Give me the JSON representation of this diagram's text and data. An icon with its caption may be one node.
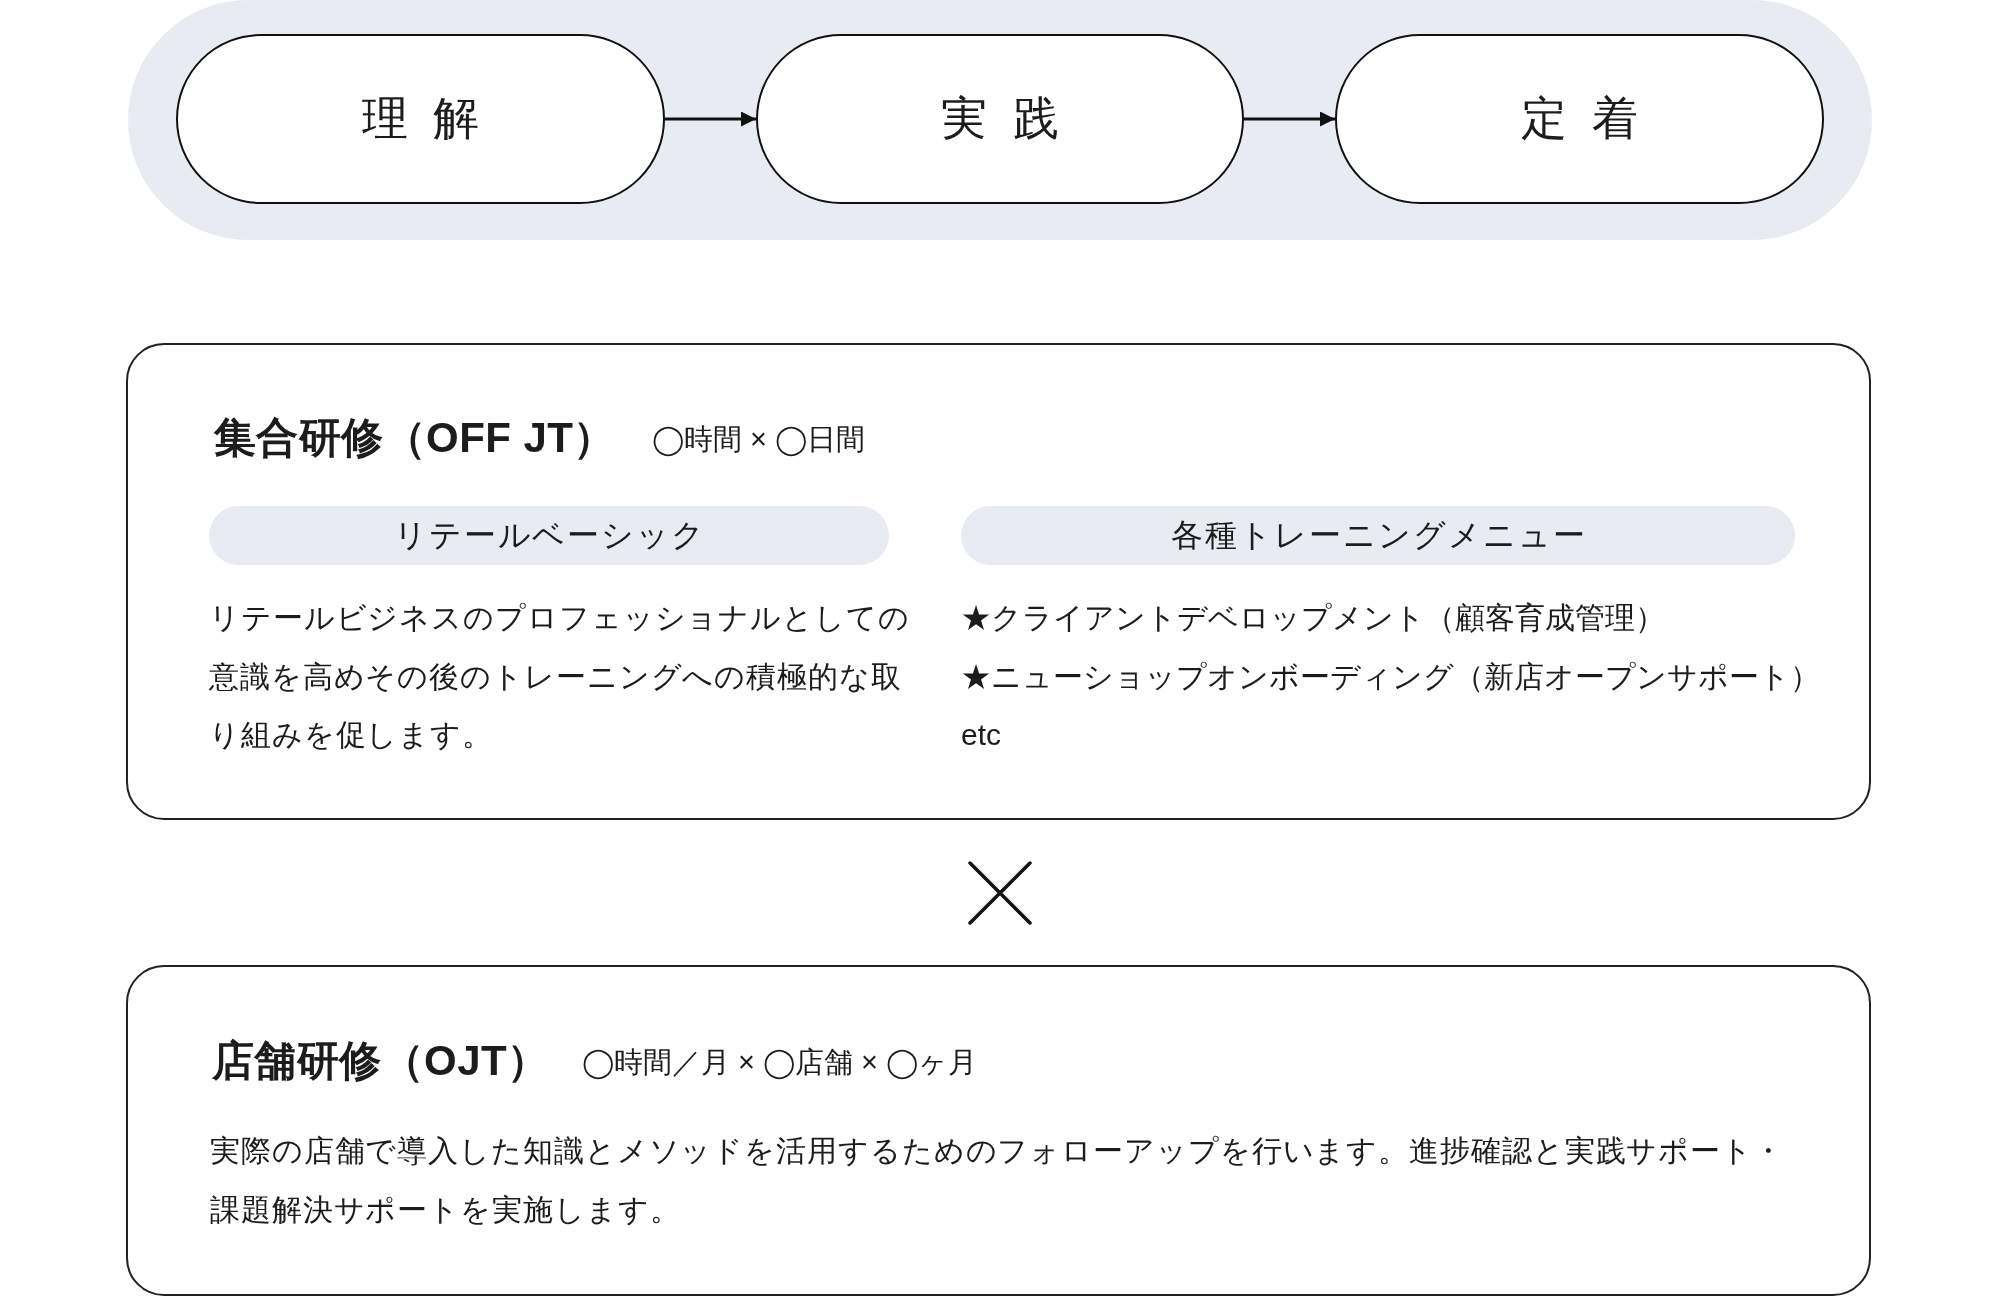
{
  "diagram": {
    "nodes": [
      {
        "text": [],
        "shape": "pill"
      },
      {
        "text": [
          "理解"
        ],
        "in": 0
      },
      {
        "text": [
          "実践"
        ],
        "in": 0
      },
      {
        "text": [
          "定着"
        ],
        "in": 0
      },
      {
        "text": [
          "集合研修（OFF JT）",
          "◯時間 × ◯日間",
          "リテールビジネスのプロフェッショナルとしての意識を高めその後のトレーニングへの積極的な取り組みを促します。",
          "★クライアントデベロップメント（顧客育成管理）",
          "★ニューショップオンボーディング（新店オープンサポート）",
          "etc"
        ]
      },
      {
        "text": [
          "リテールベーシック"
        ],
        "in": 4
      },
      {
        "text": [
          "各種トレーニングメニュー"
        ],
        "in": 4
      },
      {
        "text": [
          "店舗研修（OJT）",
          "◯時間／月 × ◯店舗 × ◯ヶ月",
          "実際の店舗で導入した知識とメソッドを活用するためのフォローアップを行います。進捗確認と実践サポート・課題解決サポートを実施します。"
        ]
      }
    ],
    "edges": [
      {
        "from": 1,
        "to": 2,
        "arrow": "to"
      },
      {
        "from": 2,
        "to": 3,
        "arrow": "to"
      }
    ]
  }
}
